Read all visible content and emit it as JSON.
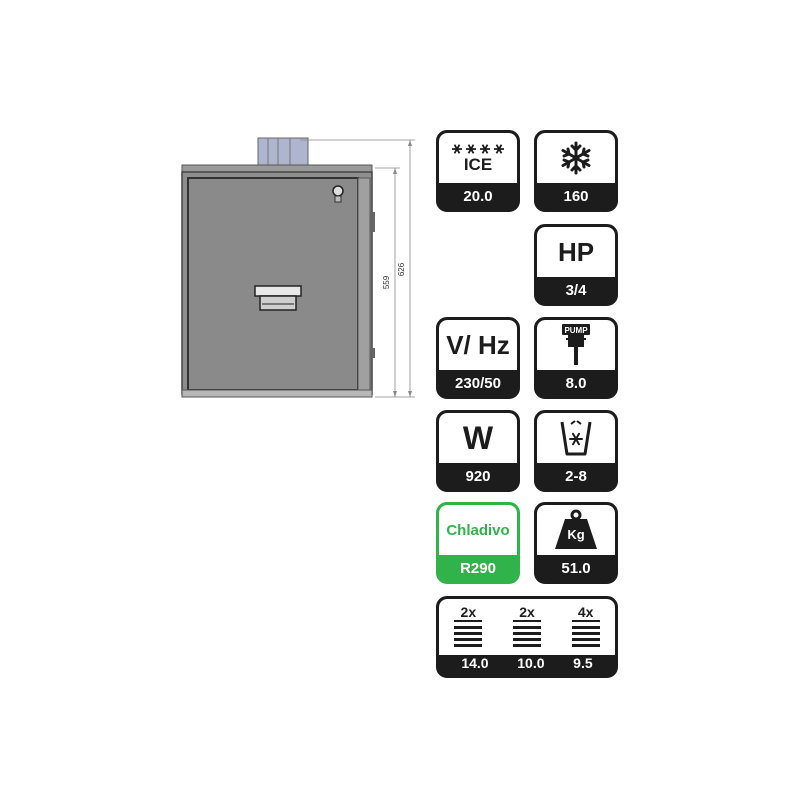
{
  "drawing": {
    "dim_inner": "559",
    "dim_outer": "626"
  },
  "specs": {
    "ice": {
      "label": "ICE",
      "value": "20.0",
      "icon": "four-snowflakes-icon"
    },
    "storage": {
      "value": "160",
      "icon": "snowflake-icon"
    },
    "hp": {
      "label": "HP",
      "value": "3/4"
    },
    "voltage": {
      "label": "V/ Hz",
      "value": "230/50"
    },
    "pump": {
      "icon_text": "PUMP",
      "value": "8.0",
      "icon": "pump-icon"
    },
    "power": {
      "label": "W",
      "value": "920"
    },
    "cube_size": {
      "value": "2-8",
      "icon": "cup-with-ice-icon"
    },
    "refrigerant": {
      "label": "Chladivo",
      "value": "R290",
      "color": "#2fb34a"
    },
    "weight": {
      "icon_text": "Kg",
      "value": "51.0",
      "icon": "weight-icon"
    },
    "coils": {
      "items": [
        {
          "mult": "2x",
          "value": "14.0"
        },
        {
          "mult": "2x",
          "value": "10.0"
        },
        {
          "mult": "4x",
          "value": "9.5"
        }
      ]
    }
  },
  "colors": {
    "tile_dark": "#1c1c1c",
    "green": "#2fb34a",
    "cabinet": "#8e8e8e"
  }
}
